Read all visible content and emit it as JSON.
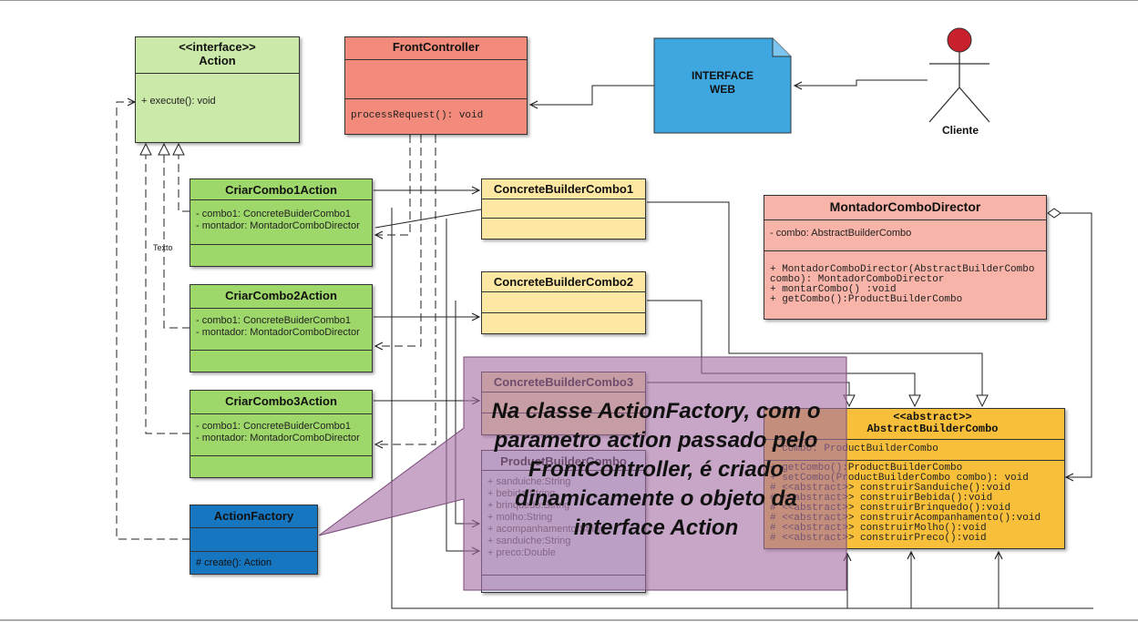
{
  "classes": {
    "action": {
      "stereotype": "<<interface>>",
      "name": "Action",
      "methods": [
        "+ execute(): void"
      ]
    },
    "front_controller": {
      "name": "FrontController",
      "methods": [
        "processRequest(): void"
      ]
    },
    "interface_web": {
      "label_line1": "INTERFACE",
      "label_line2": "WEB"
    },
    "cliente": {
      "label": "Cliente"
    },
    "criar_combo1": {
      "name": "CriarCombo1Action",
      "attrs": [
        "- combo1: ConcreteBuiderCombo1",
        "- montador: MontadorComboDirector"
      ]
    },
    "criar_combo2": {
      "name": "CriarCombo2Action",
      "attrs": [
        "- combo1: ConcreteBuiderCombo1",
        "- montador: MontadorComboDirector"
      ]
    },
    "criar_combo3": {
      "name": "CriarCombo3Action",
      "attrs": [
        "- combo1: ConcreteBuiderCombo1",
        "- montador: MontadorComboDirector"
      ]
    },
    "concrete1": {
      "name": "ConcreteBuilderCombo1"
    },
    "concrete2": {
      "name": "ConcreteBuilderCombo2"
    },
    "concrete3": {
      "name": "ConcreteBuilderCombo3"
    },
    "product": {
      "name": "ProductBuilderCombo",
      "attrs": [
        "+  sanduiche:String",
        "+  bebida:String",
        "+  brinquedo:String",
        "+  molho:String",
        "+  acompanhamento:String",
        "+  sanduiche:String",
        "+  preco:Double"
      ]
    },
    "montador": {
      "name": "MontadorComboDirector",
      "attrs": [
        "- combo:  AbstractBuilderCombo"
      ],
      "methods": [
        "+ MontadorComboDirector(AbstractBuilderCombo",
        "combo): MontadorComboDirector",
        "+ montarCombo() :void",
        "+ getCombo():ProductBuilderCombo"
      ]
    },
    "abstract_builder": {
      "stereotype": "<<abstract>>",
      "name": "AbstractBuilderCombo",
      "attrs": [
        "- combo: ProductBuilderCombo"
      ],
      "methods": [
        "+ getCombo():ProductBuilderCombo",
        "+ setCombo(ProductBuilderCombo combo): void",
        "# <<abstract>> construirSanduiche():void",
        "# <<abstract>> construirBebida():void",
        "# <<abstract>> construirBrinquedo():void",
        "# <<abstract>> construirAcompanhamento():void",
        "# <<abstract>> construirMolho():void",
        "# <<abstract>> construirPreco():void"
      ]
    },
    "action_factory": {
      "name": "ActionFactory",
      "methods": [
        "# create():  Action"
      ]
    }
  },
  "edge_label": "Texto",
  "note": {
    "lines": [
      "Na classe ActionFactory, com o",
      "parametro action passado pelo",
      "FrontController, é criado",
      "dinamicamente o objeto da",
      "interface Action"
    ]
  },
  "colors": {
    "interface": "#cbe9a8",
    "action_classes": "#9fd86a",
    "front_controller": "#f28b7b",
    "interface_web": "#3ea7e0",
    "concrete_builders": "#fde8a3",
    "director": "#f8b4a8",
    "abstract_builder": "#f8c03a",
    "action_factory": "#1676c0",
    "note_overlay": "#a56fa5",
    "actor_head": "#c8202c"
  }
}
